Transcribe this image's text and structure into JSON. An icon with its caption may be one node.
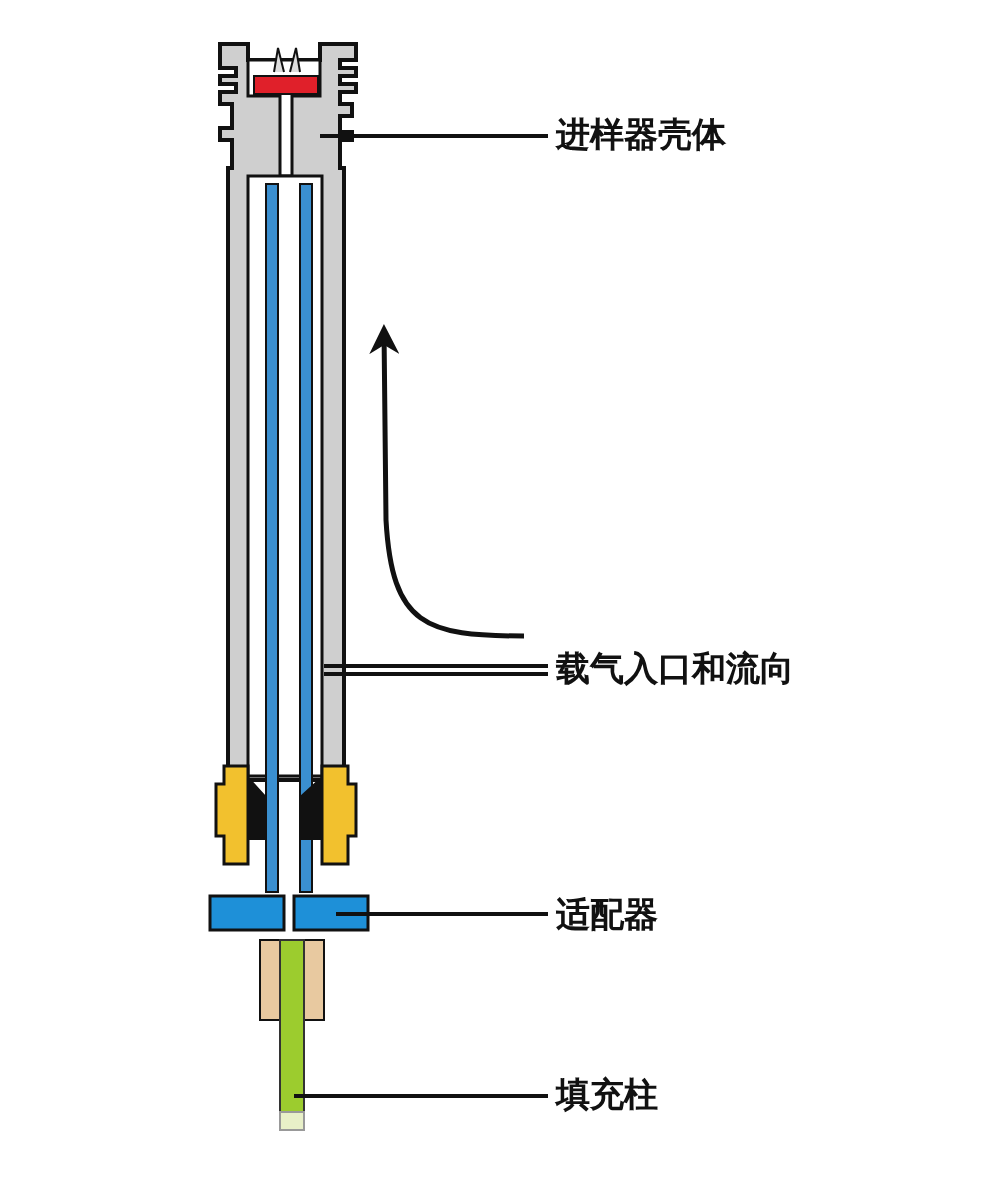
{
  "diagram": {
    "nodes": [
      {
        "text": [
          "进样器壳体"
        ]
      },
      {
        "text": [
          "载气入口和流向"
        ]
      },
      {
        "text": [
          "适配器"
        ]
      },
      {
        "text": [
          "填充柱"
        ]
      },
      {
        "text": [],
        "shape": "picture"
      },
      {
        "text": [],
        "shape": "box"
      },
      {
        "text": [],
        "shape": "bar"
      }
    ],
    "edges": [
      {
        "from": 0,
        "to": 4,
        "arrow": "none"
      },
      {
        "from": 1,
        "to": 4,
        "arrow": "none"
      },
      {
        "from": 2,
        "to": 5,
        "arrow": "none"
      },
      {
        "from": 3,
        "to": 6,
        "arrow": "none"
      }
    ]
  }
}
